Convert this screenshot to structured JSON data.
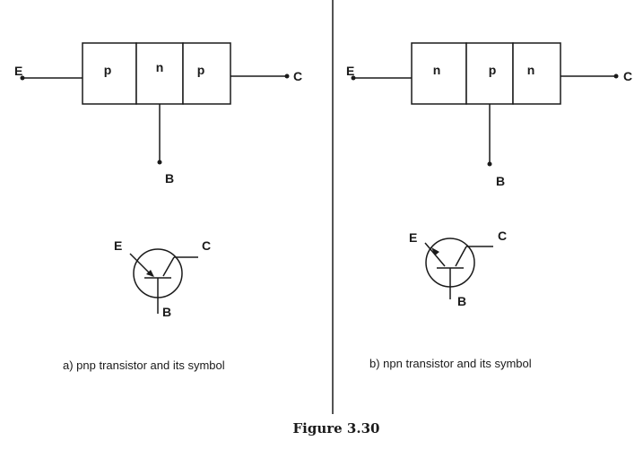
{
  "left_panel": {
    "regions": [
      "p",
      "n",
      "p"
    ],
    "terminals": {
      "emitter": "E",
      "base": "B",
      "collector": "C"
    },
    "symbol_terminals": {
      "emitter": "E",
      "base": "B",
      "collector": "C"
    },
    "caption": "a) pnp transistor and its symbol"
  },
  "right_panel": {
    "regions": [
      "n",
      "p",
      "n"
    ],
    "terminals": {
      "emitter": "E",
      "base": "B",
      "collector": "C"
    },
    "symbol_terminals": {
      "emitter": "E",
      "base": "B",
      "collector": "C"
    },
    "caption": "b) npn transistor and its symbol"
  },
  "figure_title": "Figure 3.30"
}
